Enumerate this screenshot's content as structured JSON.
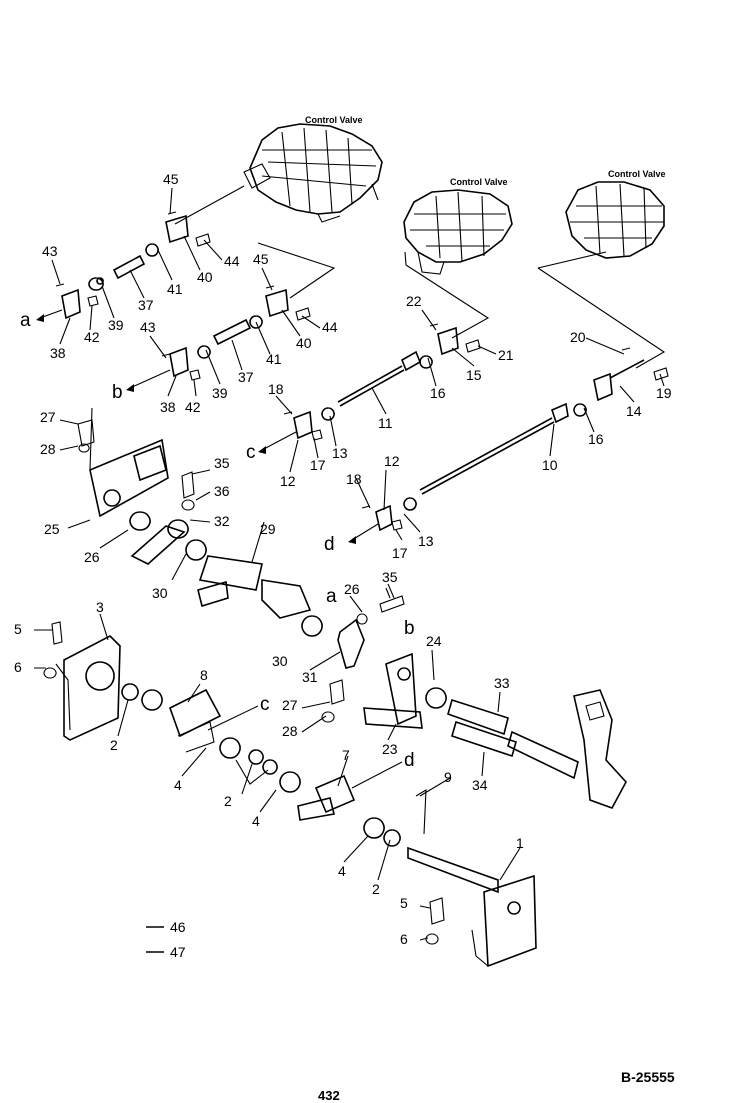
{
  "drawing_code": "B-25555",
  "page_number": "432",
  "control_valve_labels": [
    "Control Valve",
    "Control Valve",
    "Control Valve"
  ],
  "connector_letters": [
    "a",
    "b",
    "c",
    "d",
    "a",
    "b",
    "c",
    "d"
  ],
  "callouts": [
    "45",
    "43",
    "44",
    "40",
    "41",
    "37",
    "39",
    "42",
    "38",
    "45",
    "44",
    "40",
    "41",
    "37",
    "43",
    "38",
    "42",
    "39",
    "22",
    "21",
    "15",
    "16",
    "11",
    "20",
    "19",
    "14",
    "16",
    "10",
    "18",
    "13",
    "17",
    "12",
    "27",
    "28",
    "35",
    "36",
    "32",
    "25",
    "26",
    "29",
    "30",
    "12",
    "18",
    "13",
    "17",
    "3",
    "5",
    "6",
    "2",
    "8",
    "4",
    "2",
    "4",
    "35",
    "26",
    "31",
    "30",
    "24",
    "23",
    "27",
    "28",
    "33",
    "34",
    "7",
    "9",
    "1",
    "4",
    "2",
    "5",
    "6"
  ],
  "legend": [
    {
      "number": "46"
    },
    {
      "number": "47"
    }
  ]
}
